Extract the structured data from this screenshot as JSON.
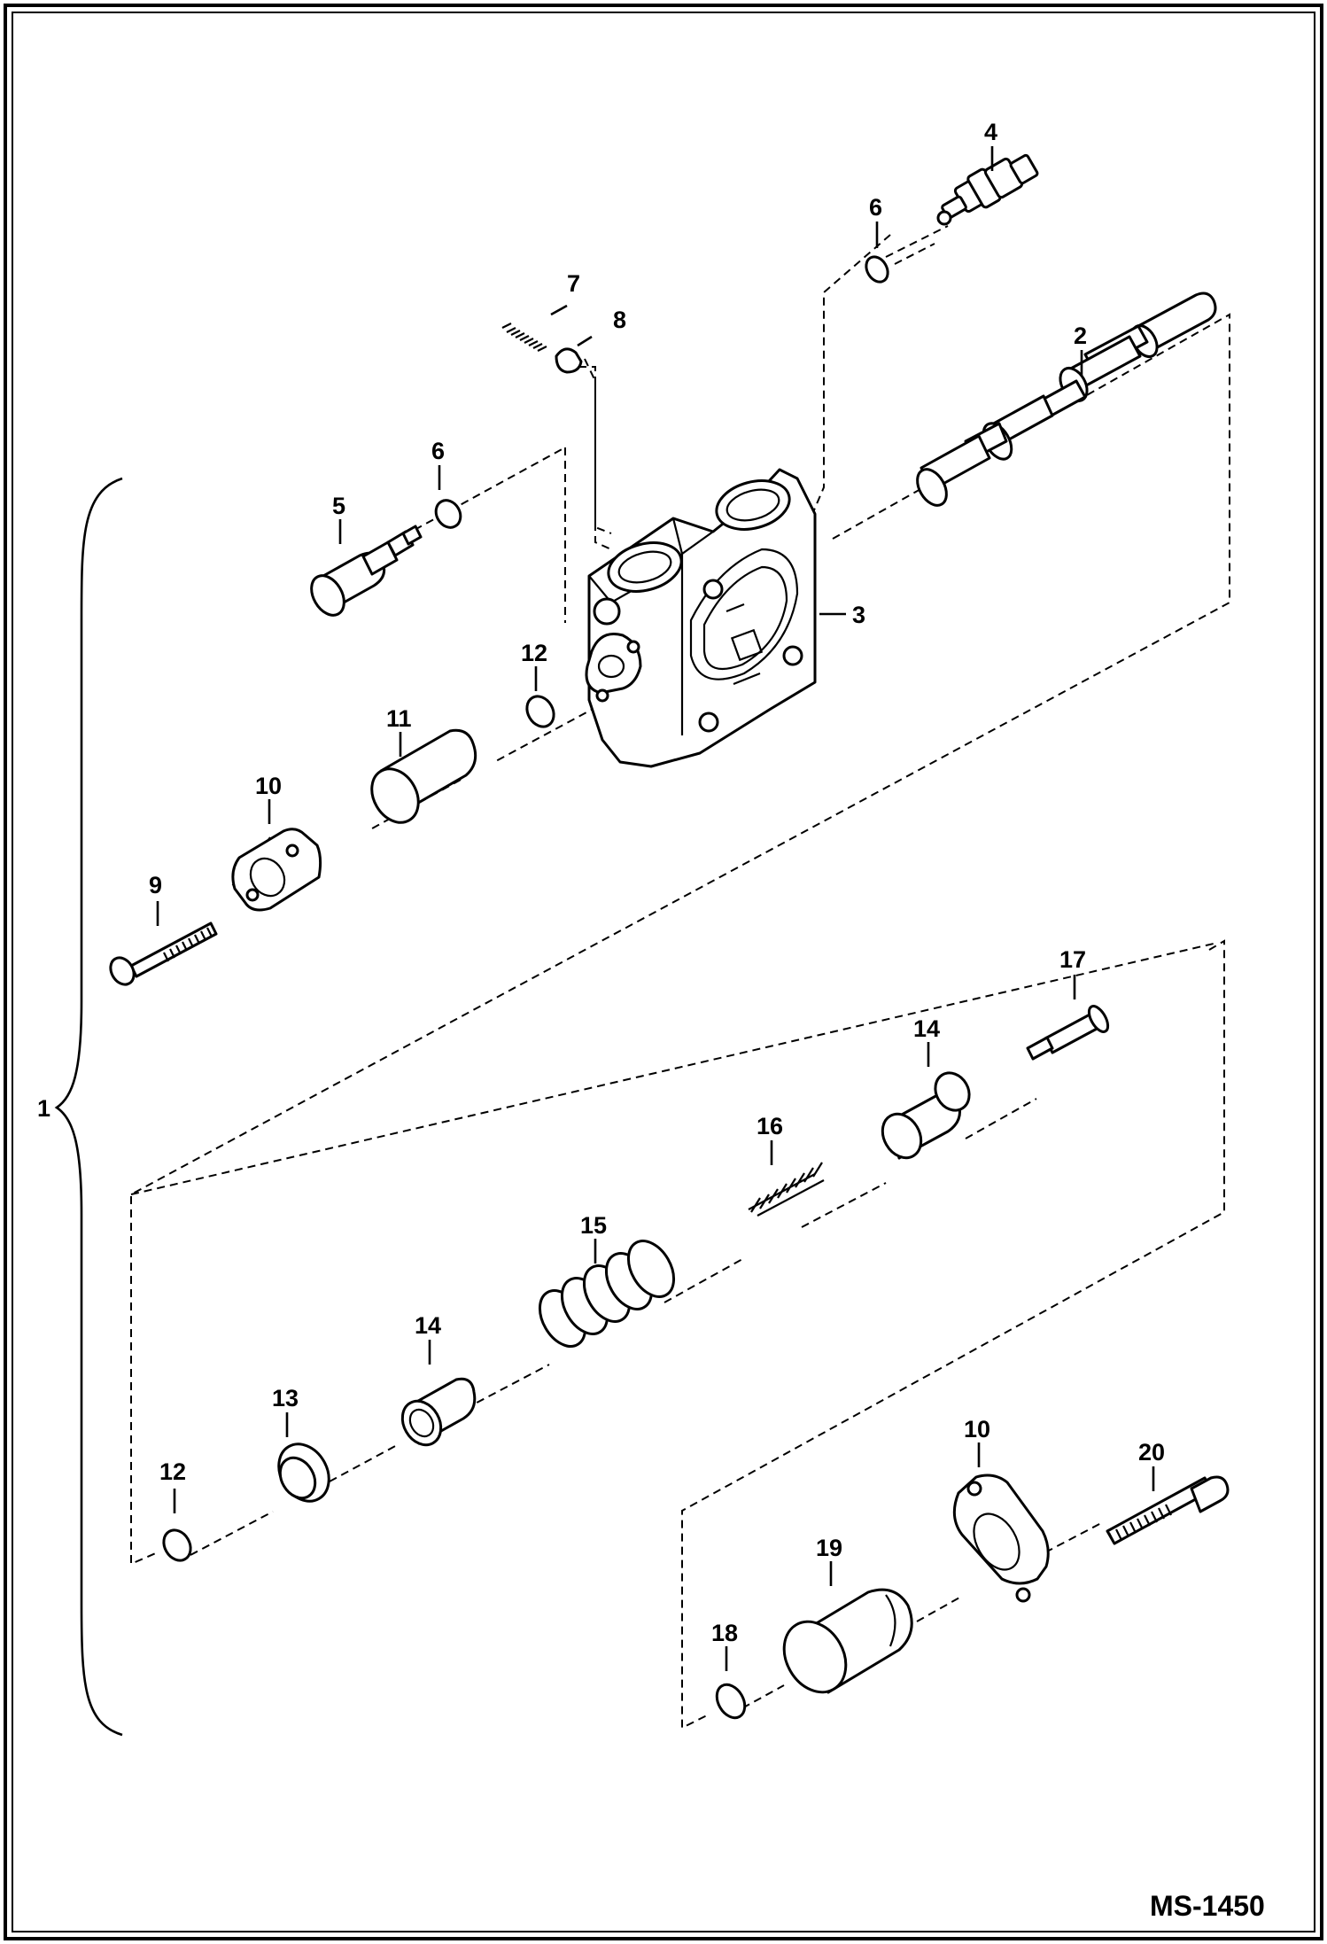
{
  "diagram": {
    "drawing_code": "MS-1450",
    "callouts": {
      "c1": "1",
      "c2": "2",
      "c3": "3",
      "c4": "4",
      "c5": "5",
      "c6a": "6",
      "c6b": "6",
      "c7": "7",
      "c8": "8",
      "c9": "9",
      "c10a": "10",
      "c10b": "10",
      "c11": "11",
      "c12a": "12",
      "c12b": "12",
      "c13": "13",
      "c14a": "14",
      "c14b": "14",
      "c15": "15",
      "c16": "16",
      "c17": "17",
      "c18": "18",
      "c19": "19",
      "c20": "20"
    }
  }
}
